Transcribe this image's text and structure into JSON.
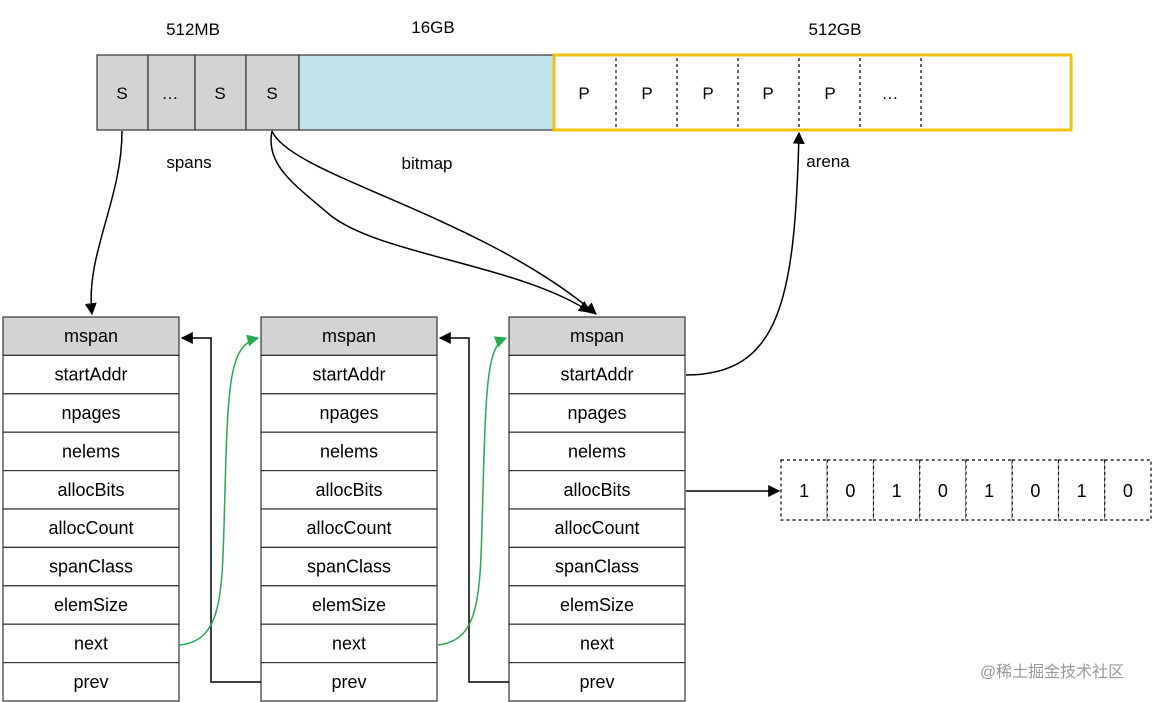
{
  "labels": {
    "spans_size": "512MB",
    "bitmap_size": "16GB",
    "arena_size": "512GB",
    "spans": "spans",
    "bitmap": "bitmap",
    "arena": "arena"
  },
  "spans_cells": [
    "S",
    "…",
    "S",
    "S"
  ],
  "arena_cells": [
    "P",
    "P",
    "P",
    "P",
    "P",
    "…"
  ],
  "mspan_fields": [
    "mspan",
    "startAddr",
    "npages",
    "nelems",
    "allocBits",
    "allocCount",
    "spanClass",
    "elemSize",
    "next",
    "prev"
  ],
  "bits": [
    "1",
    "0",
    "1",
    "0",
    "1",
    "0",
    "1",
    "0"
  ],
  "watermark": "@稀土掘金技术社区",
  "colors": {
    "span_gray": "#d3d3d3",
    "bitmap_blue": "#c2e4ef",
    "arena_yellow": "#f0c20e",
    "next_green": "#22aa55"
  }
}
